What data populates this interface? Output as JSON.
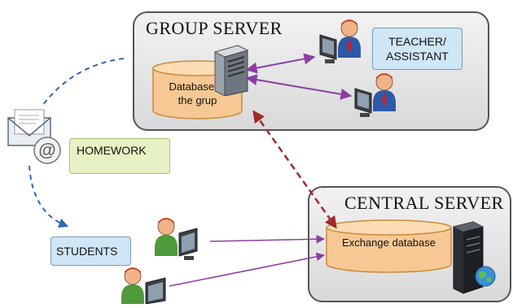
{
  "group_server": {
    "title": "GROUP SERVER",
    "database_label": "Database ot the grup",
    "teacher_label": "TEACHER/ ASSISTANT"
  },
  "central_server": {
    "title": "CENTRAL SERVER",
    "database_label": "Exchange database"
  },
  "homework_label": "HOMEWORK",
  "students_label": "STUDENTS",
  "colors": {
    "database_fill": "#f7c893",
    "database_stroke": "#c98a3c",
    "arrow_purple": "#8a3fa0",
    "arrow_red": "#a12a2a",
    "arrow_blue": "#2f66b8",
    "homework_fill": "#e7f2c4",
    "label_blue": "#cfe6f6"
  },
  "icons": [
    "server-tower-icon",
    "person-computer-icon",
    "email-envelope-icon",
    "at-sign-icon",
    "globe-icon"
  ]
}
